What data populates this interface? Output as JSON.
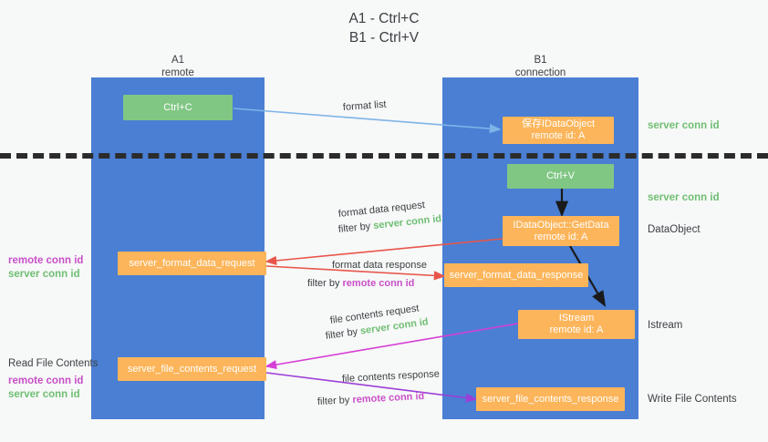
{
  "title": "A1 - Ctrl+C\nB1 - Ctrl+V",
  "lanes": [
    {
      "name": "A1",
      "sub": "remote",
      "header": "A1\nremote"
    },
    {
      "name": "B1",
      "sub": "connection",
      "header": "B1\nconnection"
    }
  ],
  "colors": {
    "lane": "#4a7fd4",
    "green_box": "#81c784",
    "orange_box": "#fcb55a",
    "server_conn_id": "#6fbf73",
    "remote_conn_id": "#c850c8",
    "arrow_blue": "#7fb4e8",
    "arrow_red": "#e8564a",
    "arrow_magenta": "#d63fd6",
    "arrow_purple": "#9c3fd6",
    "arrow_black": "#1a1a1a",
    "text": "#3c4043",
    "background": "#f7f8f8"
  },
  "boxes": {
    "ctrl_c": "Ctrl+C",
    "save_idataobject": "保存IDataObject\nremote id: A",
    "ctrl_v": "Ctrl+V",
    "getdata": "IDataObject::GetData\nremote id: A",
    "server_format_data_request": "server_format_data_request",
    "server_format_data_response": "server_format_data_response",
    "istream": "IStream\nremote id: A",
    "server_file_contents_request": "server_file_contents_request",
    "server_file_contents_response": "server_file_contents_response"
  },
  "right_labels": {
    "server_conn_id_top": "server conn id",
    "server_conn_id_second": "server conn id",
    "dataobject": "DataObject",
    "istream": "Istream",
    "write_file_contents": "Write File Contents"
  },
  "left_labels": {
    "remote_conn_id_1": "remote conn id",
    "server_conn_id_1": "server conn id",
    "read_file_contents": "Read File Contents",
    "remote_conn_id_2": "remote conn id",
    "server_conn_id_2": "server conn id"
  },
  "edges": {
    "format_list": "format list",
    "format_data_request": "format data request",
    "format_data_request_filter_pre": "filter by ",
    "format_data_request_filter_key": "server conn id",
    "format_data_response": "format data response",
    "format_data_response_filter_pre": "filter by ",
    "format_data_response_filter_key": "remote conn id",
    "file_contents_request": "file contents request",
    "file_contents_request_filter_pre": "filter by ",
    "file_contents_request_filter_key": "server conn id",
    "file_contents_response": "file contents response",
    "file_contents_response_filter_pre": "filter by ",
    "file_contents_response_filter_key": "remote conn id"
  }
}
